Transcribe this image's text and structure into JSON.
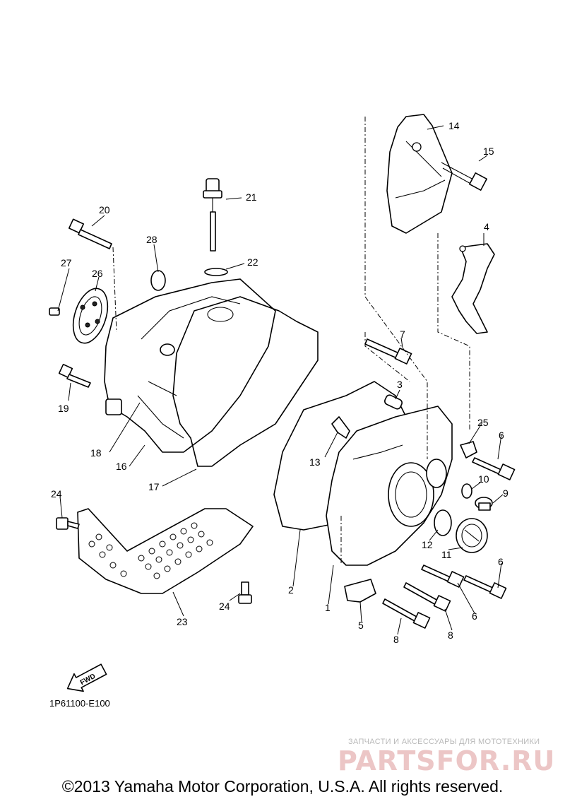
{
  "callouts": [
    "1",
    "2",
    "3",
    "4",
    "5",
    "6",
    "6",
    "6",
    "7",
    "8",
    "8",
    "9",
    "10",
    "11",
    "12",
    "13",
    "14",
    "15",
    "16",
    "17",
    "18",
    "19",
    "20",
    "21",
    "22",
    "23",
    "24",
    "24",
    "25",
    "26",
    "27",
    "28"
  ],
  "fwd_label": "FWD",
  "diagram_code": "1P61100-E100",
  "watermark": {
    "tagline": "ЗАПЧАСТИ И АКСЕССУАРЫ ДЛЯ МОТОТЕХНИКИ",
    "logo": "PARTSFOR.RU"
  },
  "copyright": "©2013 Yamaha Motor Corporation, U.S.A. All rights reserved."
}
